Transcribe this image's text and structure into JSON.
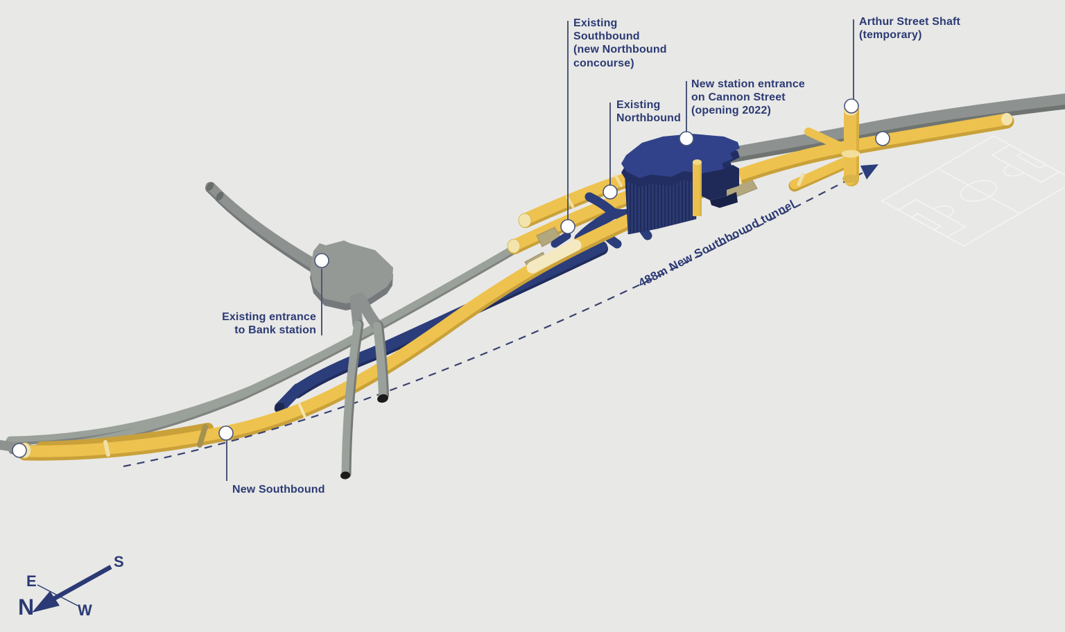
{
  "annotations": {
    "existing_southbound": {
      "text": "Existing\nSouthbound\n(new Northbound\nconcourse)"
    },
    "existing_northbound": {
      "text": "Existing\nNorthbound"
    },
    "cannon_street_entrance": {
      "text": "New station entrance\non Cannon Street\n(opening 2022)"
    },
    "arthur_street_shaft": {
      "text": "Arthur Street Shaft\n(temporary)"
    },
    "bank_entrance": {
      "text": "Existing entrance\nto Bank station"
    },
    "new_southbound": {
      "text": "New Southbound"
    },
    "tunnel_length": {
      "text": "488m  New Southbound tunnel"
    }
  },
  "compass": {
    "north": "N",
    "south": "S",
    "east": "E",
    "west": "W"
  },
  "palette": {
    "new_tunnel_yellow": "#EEC24E",
    "yellow_shadow": "#C9A13A",
    "pale_tunnel_segment": "#F5E9C2",
    "existing_gray": "#8D9290",
    "gray_shadow": "#6F7471",
    "concourse_navy": "#2B3D7A",
    "navy_dark": "#222E62",
    "khaki_passage": "#B3A77D",
    "marker_fill": "#FFFFFF",
    "dashed_route": "#3A4170",
    "label_text": "#2B3A74",
    "background": "#E8E8E6",
    "pitch_line": "#F7F7F5"
  }
}
